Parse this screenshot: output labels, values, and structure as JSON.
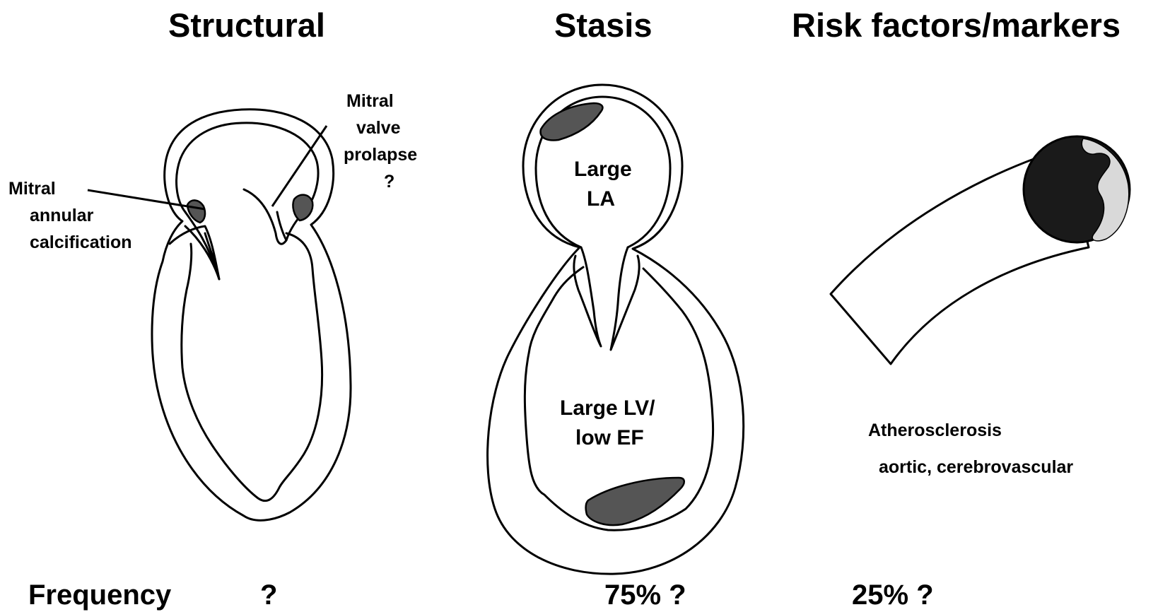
{
  "headings": {
    "structural": "Structural",
    "stasis": "Stasis",
    "risk": "Risk factors/markers"
  },
  "structural_labels": {
    "mvp_line1": "Mitral",
    "mvp_line2": "valve",
    "mvp_line3": "prolapse",
    "mvp_line4": "?",
    "mac_line1": "Mitral",
    "mac_line2": "annular",
    "mac_line3": "calcification"
  },
  "stasis_labels": {
    "la_line1": "Large",
    "la_line2": "LA",
    "lv_line1": "Large LV/",
    "lv_line2": "low EF"
  },
  "risk_labels": {
    "line1": "Atherosclerosis",
    "line2": "aortic, cerebrovascular"
  },
  "frequency": {
    "label": "Frequency",
    "structural": "?",
    "stasis": "75% ?",
    "risk": "25% ?"
  }
}
